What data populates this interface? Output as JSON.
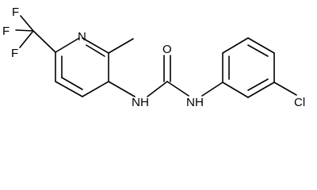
{
  "molecule": {
    "atom_labels": {
      "f1": "F",
      "f2": "F",
      "f3": "F",
      "n_ring": "N",
      "o": "O",
      "nh_left": "NH",
      "nh_right": "NH",
      "cl": "Cl"
    }
  }
}
